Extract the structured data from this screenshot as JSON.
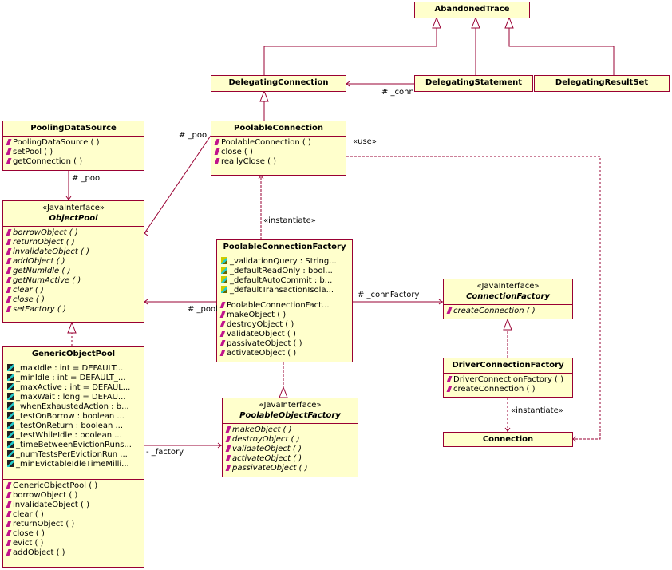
{
  "colors": {
    "border": "#990033",
    "fill": "#ffffcc"
  },
  "classes": {
    "abandonedTrace": {
      "name": "AbandonedTrace"
    },
    "delegatingConnection": {
      "name": "DelegatingConnection"
    },
    "delegatingStatement": {
      "name": "DelegatingStatement"
    },
    "delegatingResultSet": {
      "name": "DelegatingResultSet"
    },
    "poolingDataSource": {
      "name": "PoolingDataSource",
      "methods": [
        "PoolingDataSource (  )",
        "setPool (  )",
        "getConnection (  )"
      ]
    },
    "poolableConnection": {
      "name": "PoolableConnection",
      "methods": [
        "PoolableConnection (  )",
        "close (  )",
        "reallyClose (  )"
      ]
    },
    "objectPool": {
      "stereotype": "«JavaInterface»",
      "name": "ObjectPool",
      "abstract": true,
      "methods": [
        "borrowObject (  )",
        "returnObject (  )",
        "invalidateObject (  )",
        "addObject (  )",
        "getNumIdle (  )",
        "getNumActive (  )",
        "clear (  )",
        "close (  )",
        "setFactory (  )"
      ]
    },
    "poolableConnectionFactory": {
      "name": "PoolableConnectionFactory",
      "attributes": [
        "_validationQuery : String...",
        "_defaultReadOnly : bool...",
        "_defaultAutoCommit : b...",
        "_defaultTransactionIsola..."
      ],
      "methods": [
        "PoolableConnectionFact...",
        "makeObject (  )",
        "destroyObject (  )",
        "validateObject (  )",
        "passivateObject (  )",
        "activateObject (  )"
      ]
    },
    "connectionFactory": {
      "stereotype": "«JavaInterface»",
      "name": "ConnectionFactory",
      "abstract": true,
      "methods": [
        "createConnection (  )"
      ]
    },
    "driverConnectionFactory": {
      "name": "DriverConnectionFactory",
      "methods": [
        "DriverConnectionFactory ( )",
        "createConnection (  )"
      ]
    },
    "connection": {
      "name": "Connection"
    },
    "genericObjectPool": {
      "name": "GenericObjectPool",
      "attributes": [
        "_maxIdle : int = DEFAULT...",
        "_minIdle : int = DEFAULT_...",
        "_maxActive : int = DEFAUL...",
        "_maxWait : long = DEFAU...",
        "_whenExhaustedAction : b...",
        "_testOnBorrow : boolean ...",
        "_testOnReturn : boolean ...",
        "_testWhileIdle : boolean ...",
        "_timeBetweenEvictionRuns...",
        "_numTestsPerEvictionRun ...",
        "_minEvictableIdleTimeMilli..."
      ],
      "methods": [
        "GenericObjectPool (  )",
        "borrowObject (  )",
        "invalidateObject (  )",
        "clear (  )",
        "returnObject (  )",
        "close (  )",
        "evict (  )",
        "addObject (  )"
      ]
    },
    "poolableObjectFactory": {
      "stereotype": "«JavaInterface»",
      "name": "PoolableObjectFactory",
      "abstract": true,
      "methods": [
        "makeObject (  )",
        "destroyObject (  )",
        "validateObject (  )",
        "activateObject (  )",
        "passivateObject (  )"
      ]
    }
  },
  "labels": {
    "conn": "# _conn",
    "pds_pool": "# _pool",
    "pc_pool": "# _pool",
    "pcf_pool": "# _pool",
    "connFactory": "# _connFactory",
    "use": "«use»",
    "instantiate_pc": "«instantiate»",
    "instantiate_conn": "«instantiate»",
    "factory": "- _factory"
  }
}
